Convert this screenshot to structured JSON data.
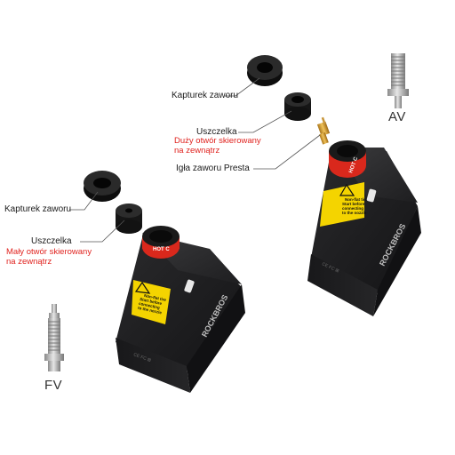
{
  "labels": {
    "right": {
      "cap": "Kapturek zaworu",
      "seal": "Uszczelka",
      "note_line1": "Duży otwór skierowany",
      "note_line2": "na zewnątrz",
      "needle": "Igła zaworu Presta"
    },
    "left": {
      "cap": "Kapturek zaworu",
      "seal": "Uszczelka",
      "note_line1": "Mały otwór skierowany",
      "note_line2": "na zewnątrz"
    },
    "valve_av": "AV",
    "valve_fv": "FV"
  },
  "product": {
    "brand": "ROCKBROS",
    "warning_text": [
      "Non-flat tire",
      "Start before",
      "connecting",
      "to the nozzle"
    ],
    "collar_text": "HOT C"
  },
  "colors": {
    "body": "#1c1c1e",
    "accent_red": "#d9281c",
    "warning_yellow": "#f4d400",
    "note_red": "#e0231f"
  }
}
